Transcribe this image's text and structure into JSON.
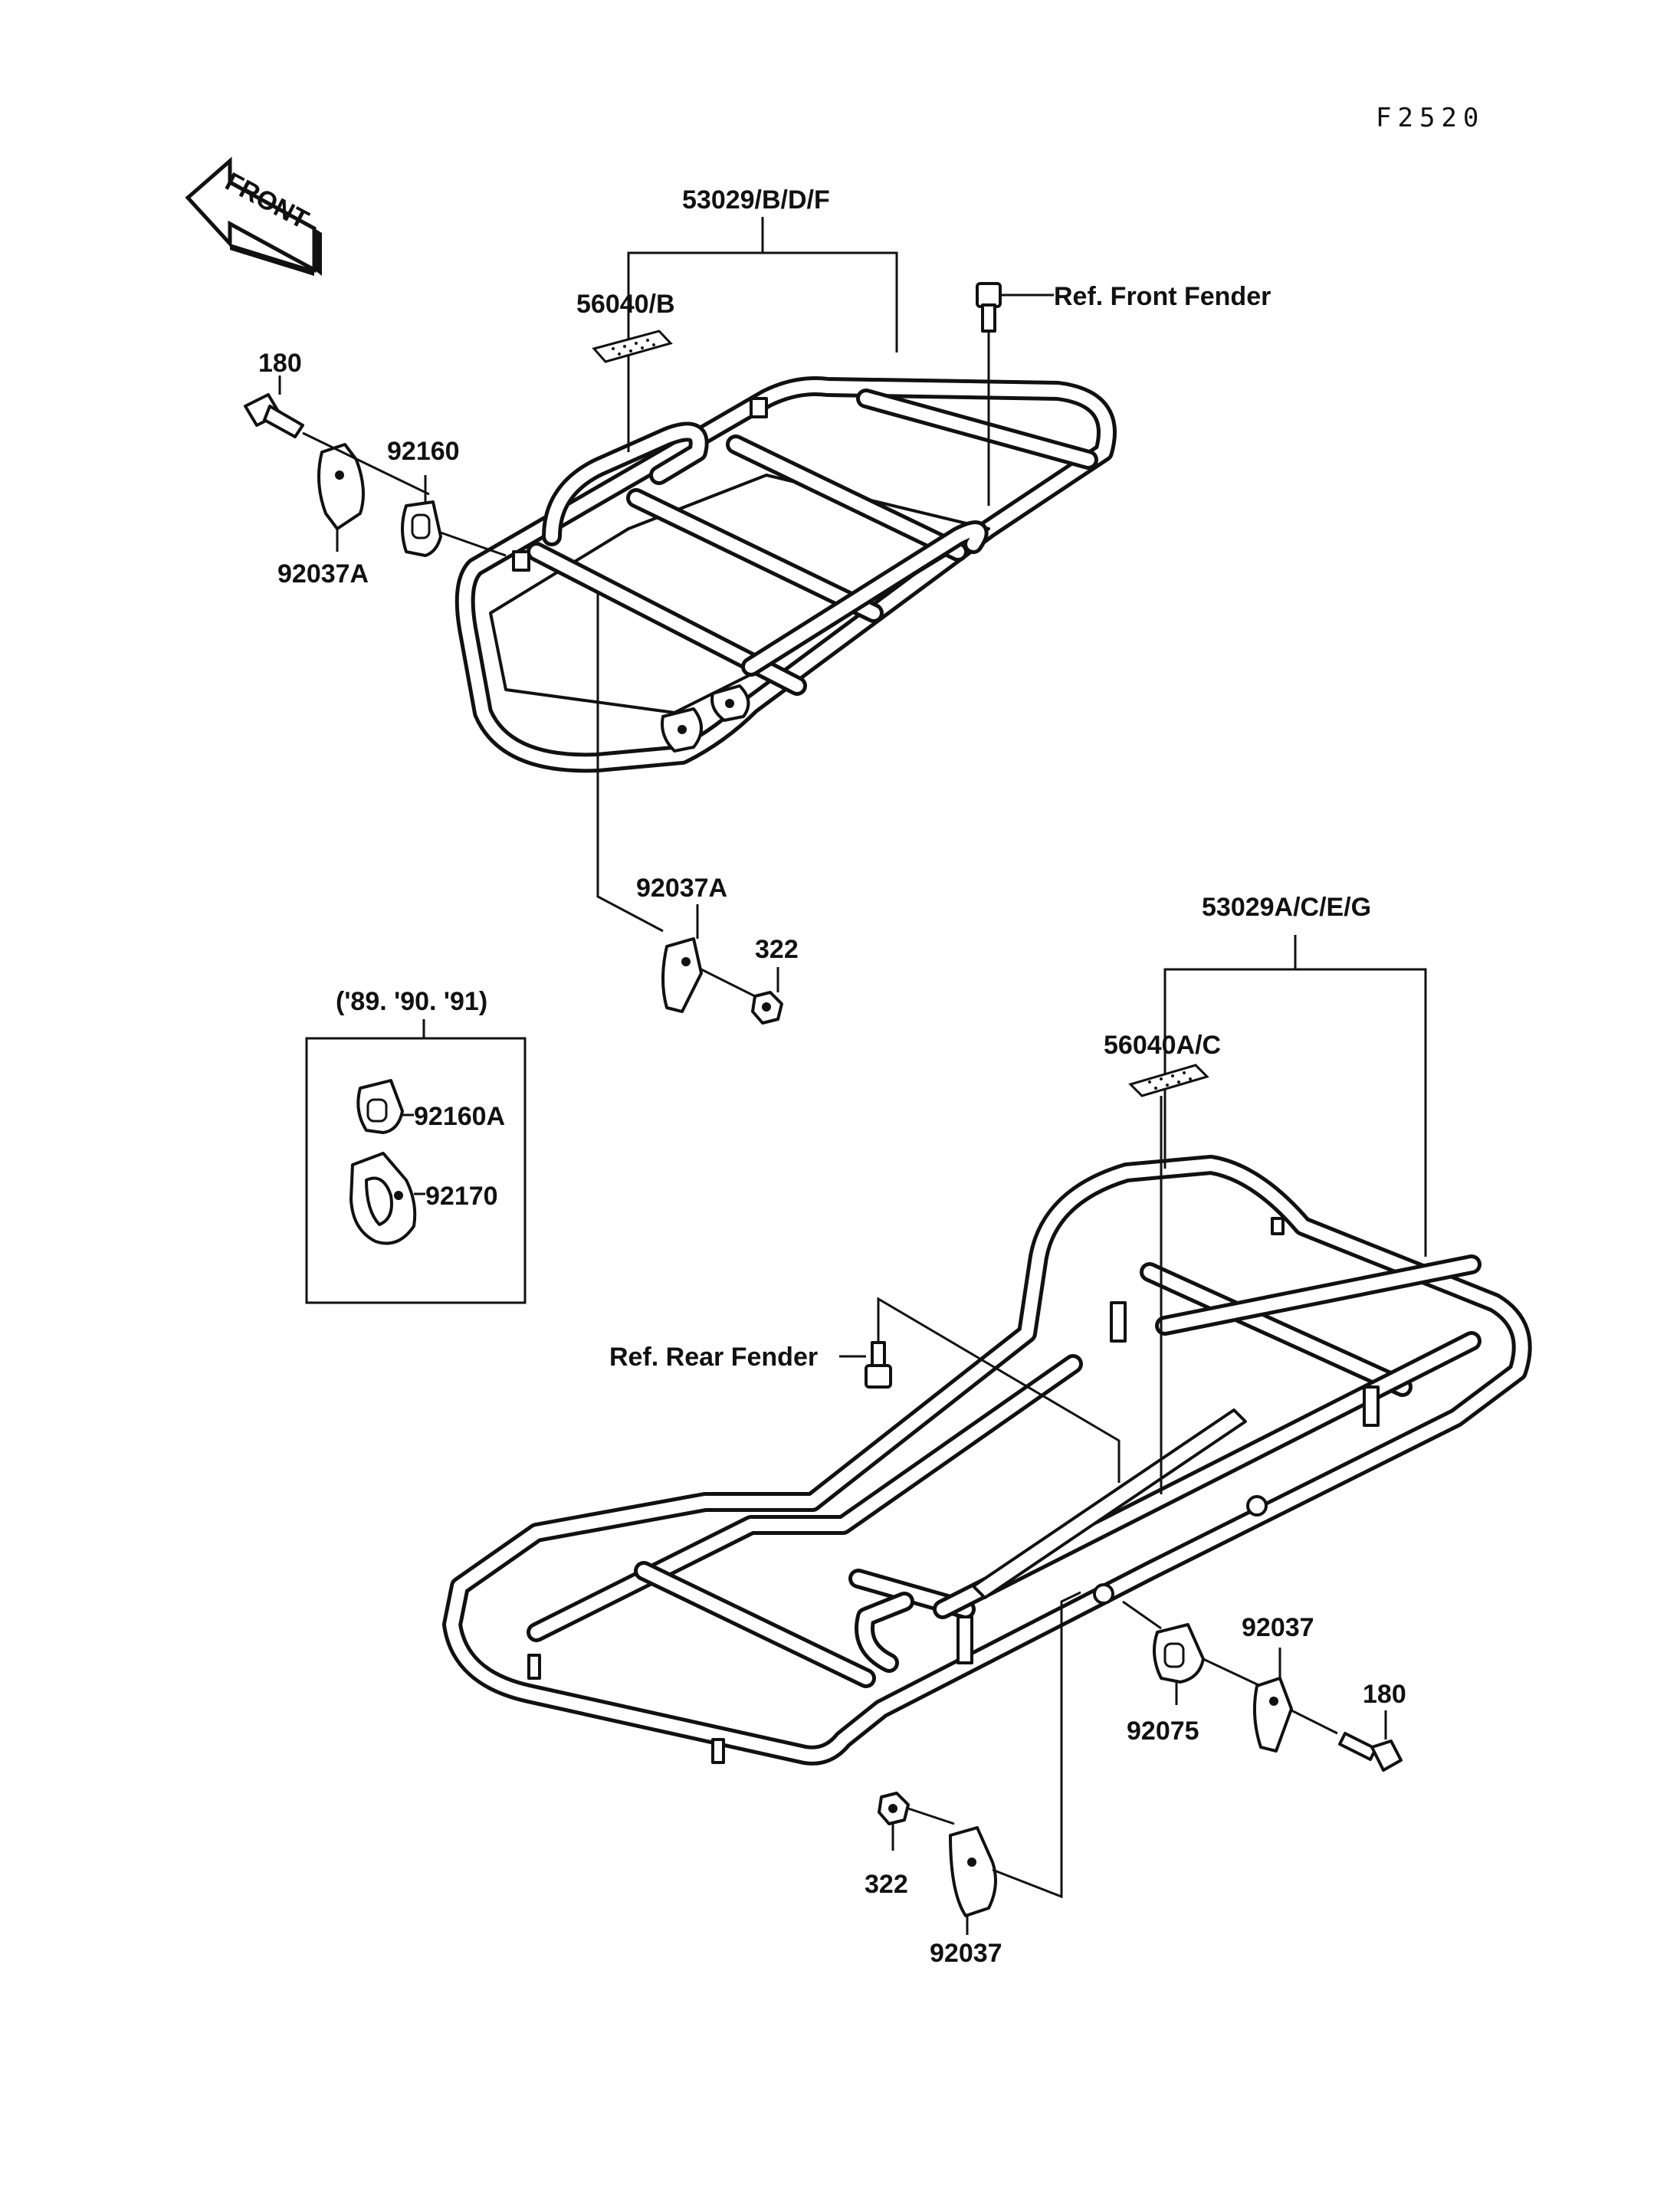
{
  "drawing_code": "F2520",
  "front_arrow": {
    "text": "FRONT",
    "icon": "front-direction-arrow-icon"
  },
  "front_carrier": {
    "assembly": "53029/B/D/F",
    "label_part": "56040/B",
    "bolt_180": "180",
    "holder_92037A_top": "92037A",
    "damper_92160": "92160",
    "ref_front_fender": "Ref. Front Fender",
    "holder_92037A_bottom": "92037A",
    "nut_322": "322"
  },
  "inset": {
    "years": "('89. '90. '91)",
    "part_92160A": "92160A",
    "part_92170": "92170"
  },
  "rear_carrier": {
    "assembly": "53029A/C/E/G",
    "label_part": "56040A/C",
    "ref_rear_fender": "Ref. Rear Fender",
    "holder_92037_right": "92037",
    "damper_92075": "92075",
    "bolt_180": "180",
    "nut_322": "322",
    "holder_92037_bottom": "92037"
  }
}
